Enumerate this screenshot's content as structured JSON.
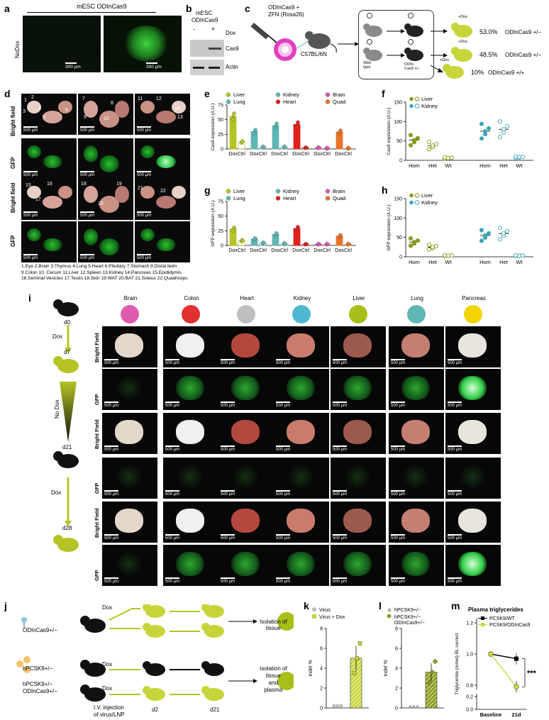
{
  "panel_a": {
    "letter": "a",
    "header": "mESC ODInCas9",
    "row_nodox": "NoDox",
    "row_dox": "+Dox",
    "scale": "300 µm"
  },
  "panel_b": {
    "letter": "b",
    "title_line1": "mESC",
    "title_line2": "ODInCas9",
    "minus": "-",
    "plus": "+",
    "dox": "Dox",
    "cas9": "Cas9",
    "actin": "Actin"
  },
  "panel_c": {
    "letter": "c",
    "injection_line1": "ODInCas9 +",
    "injection_line2": "ZFN (Rosa26)",
    "strain": "C57BL/6N",
    "wild_type_1": "Wild",
    "wild_type_2": "type",
    "odin_1": "ODIn",
    "odin_2": "Cas9 +/−",
    "dox": "+Dox",
    "results": [
      {
        "pct": "53.0%",
        "genotype": "ODInCas9 +/−"
      },
      {
        "pct": "48.5%",
        "genotype": "ODInCas9 +/−"
      },
      {
        "pct": "10%",
        "genotype": "ODInCas9 +/+"
      }
    ]
  },
  "panel_d": {
    "letter": "d",
    "row_labels": [
      "Bright field",
      "GFP",
      "Bright field",
      "GFP"
    ],
    "scale": "500 µm",
    "tissue_numbers_top": [
      "1",
      "2",
      "3",
      "4",
      "5",
      "6",
      "7",
      "8",
      "9",
      "10",
      "11",
      "12",
      "13",
      "14"
    ],
    "tissue_numbers_bottom": [
      "15",
      "16",
      "17",
      "18",
      "19",
      "20",
      "21",
      "22"
    ],
    "legend_line1": "1.Eye 2.Brain 3.Thymus 4.Lung 5.Heart 6.Pituitary 7.Stomach 8.Distal ileim",
    "legend_line2": "9.Colon 10. Cecum 11.Liver 12.Spleen 13.Kidney 14.Pancreas 15.Epididymis",
    "legend_line3": "16.Seminal Vesicles 17.Testis 18.Skin 19.WAT 20.BAT 21.Soleus 22.Quadriceps"
  },
  "panel_e": {
    "letter": "e",
    "chart_data": {
      "type": "bar",
      "ylabel": "Cas9 expression (A.U.)",
      "ylim": [
        0,
        75
      ],
      "yticks": [
        "0",
        "25",
        "50",
        "75"
      ],
      "categories": [
        "Dox",
        "Ctrl",
        "Dox",
        "Ctrl",
        "Dox",
        "Ctrl",
        "Dox",
        "Ctrl",
        "Dox",
        "Ctrl",
        "Dox",
        "Ctrl"
      ],
      "series": [
        {
          "name": "Liver",
          "color": "#b5c424",
          "values": [
            56,
            12
          ]
        },
        {
          "name": "Lung",
          "color": "#5fb7b4",
          "values": [
            30,
            3
          ]
        },
        {
          "name": "Kidney",
          "color": "#5fb7b4",
          "values": [
            40,
            3
          ]
        },
        {
          "name": "Heart",
          "color": "#e0201a",
          "values": [
            42,
            2
          ]
        },
        {
          "name": "Brain",
          "color": "#d75aa8",
          "values": [
            2,
            1
          ]
        },
        {
          "name": "Quad",
          "color": "#e8742a",
          "values": [
            29,
            1
          ]
        }
      ]
    }
  },
  "panel_f": {
    "letter": "f",
    "chart_data": {
      "type": "scatter",
      "ylabel": "Cas9 expression (A.U.)",
      "ylim": [
        0,
        150
      ],
      "yticks": [
        "0",
        "50",
        "100",
        "150"
      ],
      "categories": [
        "Hom",
        "Het",
        "Wt",
        "Hom",
        "Het",
        "Wt"
      ],
      "series": [
        {
          "name": "Liver",
          "color": "#8a9a1a",
          "means": [
            52,
            38,
            6
          ]
        },
        {
          "name": "Kidney",
          "color": "#3aa6b5",
          "means": [
            75,
            80,
            8
          ]
        }
      ]
    }
  },
  "panel_g": {
    "letter": "g",
    "chart_data": {
      "type": "bar",
      "ylabel": "GFP expression (A.U.)",
      "ylim": [
        0,
        75
      ],
      "yticks": [
        "0",
        "25",
        "50",
        "75"
      ],
      "categories": [
        "Dox",
        "Ctrl",
        "Dox",
        "Ctrl",
        "Dox",
        "Ctrl",
        "Dox",
        "Ctrl",
        "Dox",
        "Ctrl",
        "Dox",
        "Ctrl"
      ],
      "series": [
        {
          "name": "Liver",
          "color": "#b5c424",
          "values": [
            28,
            8
          ]
        },
        {
          "name": "Lung",
          "color": "#5fb7b4",
          "values": [
            11,
            4
          ]
        },
        {
          "name": "Kidney",
          "color": "#5fb7b4",
          "values": [
            19,
            3
          ]
        },
        {
          "name": "Heart",
          "color": "#e0201a",
          "values": [
            29,
            2
          ]
        },
        {
          "name": "Brain",
          "color": "#d75aa8",
          "values": [
            2,
            2
          ]
        },
        {
          "name": "Quad",
          "color": "#e8742a",
          "values": [
            16,
            2
          ]
        }
      ]
    }
  },
  "panel_h": {
    "letter": "h",
    "chart_data": {
      "type": "scatter",
      "ylabel": "GFP expression (A.U.)",
      "ylim": [
        0,
        150
      ],
      "yticks": [
        "0",
        "50",
        "100",
        "150"
      ],
      "categories": [
        "Hom",
        "Het",
        "Wt",
        "Hom",
        "Het",
        "Wt"
      ],
      "series": [
        {
          "name": "Liver",
          "color": "#8a9a1a",
          "means": [
            38,
            25,
            3
          ]
        },
        {
          "name": "Kidney",
          "color": "#3aa6b5",
          "means": [
            55,
            60,
            3
          ]
        }
      ]
    }
  },
  "panel_i": {
    "letter": "i",
    "timeline": [
      "d0",
      "d7",
      "d21",
      "d28"
    ],
    "dox1": "Dox",
    "nodox": "No Dox",
    "dox2": "Dox",
    "organs": [
      "Brain",
      "Colon",
      "Heart",
      "Kidney",
      "Liver",
      "Lung",
      "Pancreas"
    ],
    "organ_colors": [
      "#e05bb0",
      "#e03030",
      "#bfbfbf",
      "#4fb8d0",
      "#a8bf1a",
      "#5fb7b4",
      "#f2d400"
    ],
    "row_labels": [
      "Bright Field",
      "GFP",
      "Bright Field",
      "GFP",
      "Bright Field",
      "GFP"
    ],
    "scale": "500 µm"
  },
  "panel_j": {
    "letter": "j",
    "rows": [
      "ODInCas9+/−",
      "hPCSK9+/−",
      "hPCSK9+/−"
    ],
    "row3_line2": "ODInCas9+/−",
    "dox": "Dox",
    "iv_line1": "I.V. injection",
    "iv_line2": "of virus/LNP",
    "d2": "d2",
    "d21": "d21",
    "outcome1_line1": "Isolation of",
    "outcome1_line2": "tissue",
    "outcome2_line1": "Isolation of",
    "outcome2_line2": "tissue",
    "outcome2_line3": "and",
    "outcome2_line4": "plasma"
  },
  "panel_k": {
    "letter": "k",
    "chart_data": {
      "type": "bar",
      "ylabel": "Indel %",
      "ylim": [
        0,
        8
      ],
      "yticks": [
        "0",
        "2",
        "4",
        "6",
        "8"
      ],
      "series": [
        {
          "name": "Virus",
          "color": "#aaaaaa",
          "value": 0.1
        },
        {
          "name": "Virus + Dox",
          "color": "#c8d53a",
          "value": 5.0
        }
      ]
    }
  },
  "panel_l": {
    "letter": "l",
    "chart_data": {
      "type": "bar",
      "ylabel": "Indel %",
      "ylim": [
        0,
        8
      ],
      "yticks": [
        "0",
        "2",
        "4",
        "6",
        "8"
      ],
      "series": [
        {
          "name": "hPCSK9+/−",
          "color": "#aaaaaa",
          "value": 0
        },
        {
          "name": "hPCSK9+/− ODInCas9+/−",
          "color": "#8a9a1a",
          "value": 3.6
        }
      ]
    }
  },
  "panel_m": {
    "letter": "m",
    "chart_data": {
      "type": "line",
      "title": "Plasma triglycerides",
      "ylabel": "Triglyceride (mmol) BL correct",
      "categories": [
        "Baseline",
        "21d"
      ],
      "yticks": [
        "0.0",
        "0.2",
        "0.8",
        "1.0",
        "1.2"
      ],
      "ylim": [
        0.0,
        1.2
      ],
      "series": [
        {
          "name": "PCSK9/WT",
          "color": "#000000",
          "values": [
            1.0,
            0.97
          ]
        },
        {
          "name": "PCSK9/ODInCas9",
          "color": "#c8d53a",
          "values": [
            1.0,
            0.79
          ]
        }
      ],
      "annotation": "***"
    }
  }
}
